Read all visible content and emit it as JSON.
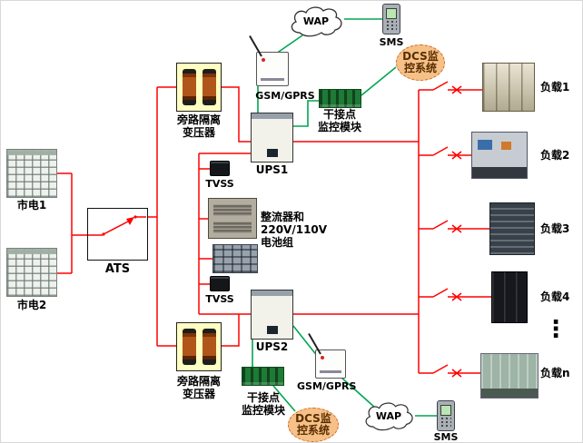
{
  "nodes": {
    "wap_top": {
      "label": "WAP"
    },
    "sms_top": {
      "label": "SMS"
    },
    "gsm_top": {
      "label": "GSM/GPRS"
    },
    "dcs_top": {
      "line1": "DCS监",
      "line2": "控系统"
    },
    "dry_contact_top": {
      "line1": "干接点",
      "line2": "监控模块"
    },
    "transformer_top": {
      "line1": "旁路隔离",
      "line2": "变压器"
    },
    "ups1": {
      "label": "UPS1"
    },
    "tvss_top": {
      "label": "TVSS"
    },
    "mains1": {
      "label": "市电1"
    },
    "mains2": {
      "label": "市电2"
    },
    "ats": {
      "label": "ATS"
    },
    "rectifier": {
      "line1": "整流器和",
      "line2": "220V/110V",
      "line3": "电池组"
    },
    "tvss_bottom": {
      "label": "TVSS"
    },
    "ups2": {
      "label": "UPS2"
    },
    "transformer_bottom": {
      "line1": "旁路隔离",
      "line2": "变压器"
    },
    "dry_contact_bottom": {
      "line1": "干接点",
      "line2": "监控模块"
    },
    "dcs_bottom": {
      "line1": "DCS监",
      "line2": "控系统"
    },
    "gsm_bottom": {
      "label": "GSM/GPRS"
    },
    "wap_bottom": {
      "label": "WAP"
    },
    "sms_bottom": {
      "label": "SMS"
    },
    "loads": [
      {
        "label": "负载1"
      },
      {
        "label": "负载2"
      },
      {
        "label": "负载3"
      },
      {
        "label": "负载4"
      },
      {
        "label": "负载n"
      }
    ],
    "load_ellipsis": "⋮"
  },
  "colors": {
    "power_line": "#ff0000",
    "comm_line": "#00a651",
    "dcs_fill": "#f5c188",
    "dcs_border": "#d06a1f",
    "transformer_bg": "#ffffc2"
  }
}
